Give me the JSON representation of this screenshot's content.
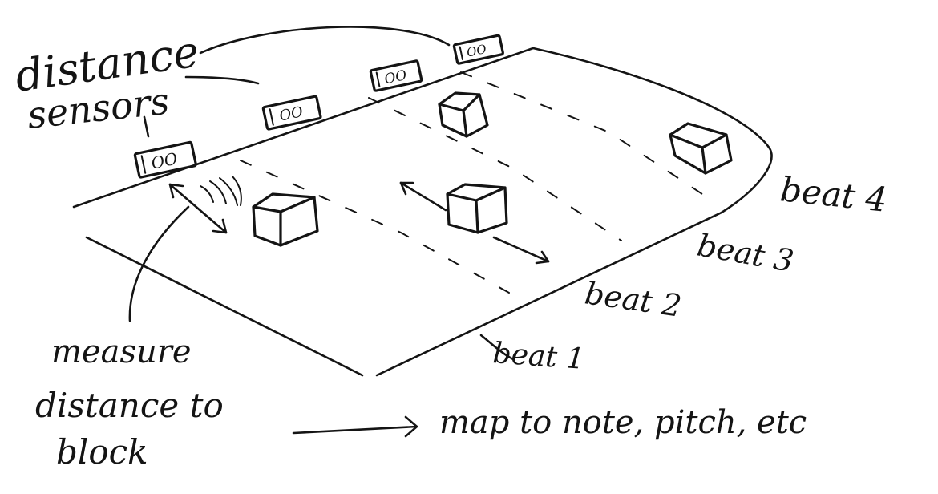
{
  "labels": {
    "sensors_line1": "distance",
    "sensors_line2": "sensors",
    "beat4": "beat 4",
    "beat3": "beat 3",
    "beat2": "beat 2",
    "beat1": "beat 1",
    "measure_line1": "measure",
    "measure_line2": "distance to",
    "measure_line3": "block",
    "map": "map to note, pitch, etc"
  },
  "sensor_eye_glyph": "OO",
  "colors": {
    "ink": "#141414",
    "paper": "#ffffff"
  }
}
